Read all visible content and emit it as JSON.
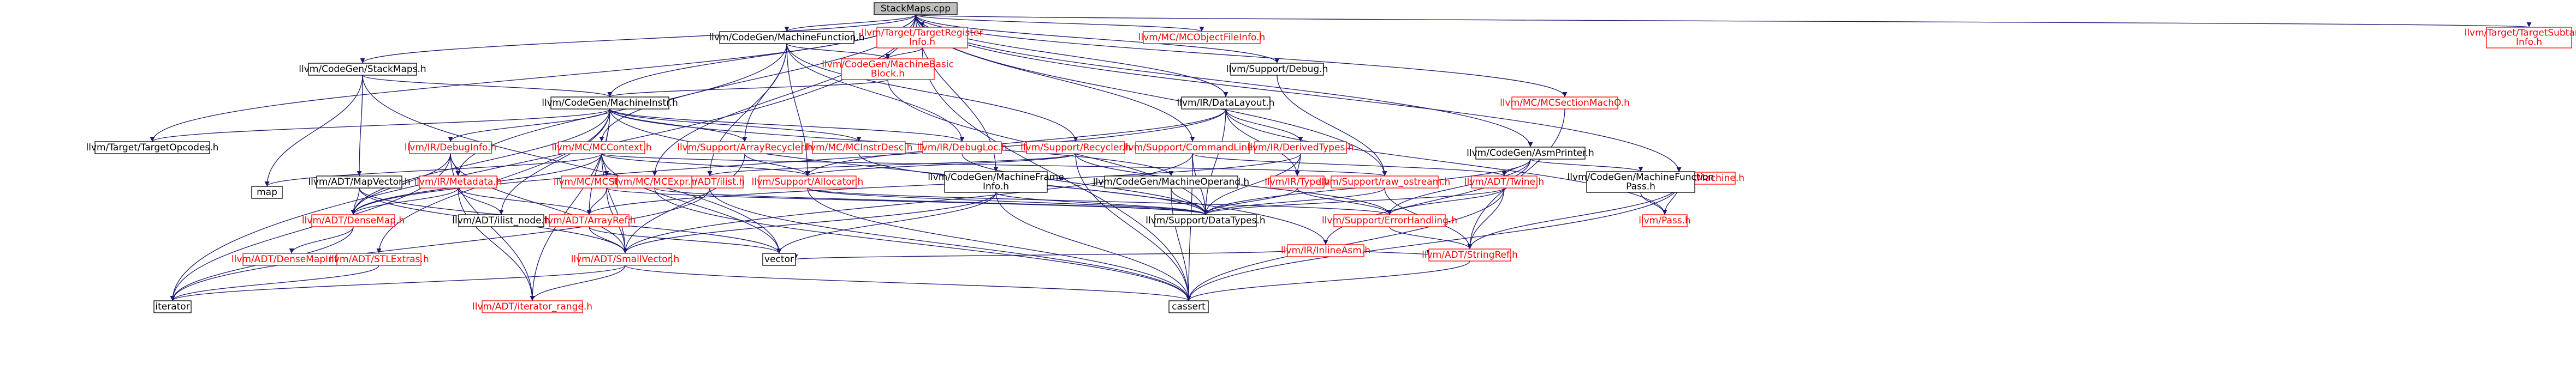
{
  "colors": {
    "edge": "#191970",
    "normal_border": "#000000",
    "normal_text": "#000000",
    "missing_border": "#ff0000",
    "missing_text": "#ff0000",
    "root_fill": "#bfbfbf",
    "fill": "#ffffff"
  },
  "nodes": [
    {
      "id": "root",
      "text": [
        "StackMaps.cpp"
      ],
      "style": "root"
    },
    {
      "id": "mf",
      "text": [
        "llvm/CodeGen/MachineFunction.h"
      ],
      "style": "normal"
    },
    {
      "id": "treg",
      "text": [
        "llvm/Target/TargetRegister",
        "Info.h"
      ],
      "style": "missing"
    },
    {
      "id": "mcobj",
      "text": [
        "llvm/MC/MCObjectFileInfo.h"
      ],
      "style": "missing"
    },
    {
      "id": "tsub",
      "text": [
        "llvm/Target/TargetSubtarget",
        "Info.h"
      ],
      "style": "missing"
    },
    {
      "id": "sm",
      "text": [
        "llvm/CodeGen/StackMaps.h"
      ],
      "style": "normal"
    },
    {
      "id": "mbb",
      "text": [
        "llvm/CodeGen/MachineBasic",
        "Block.h"
      ],
      "style": "missing"
    },
    {
      "id": "sdebug",
      "text": [
        "llvm/Support/Debug.h"
      ],
      "style": "normal"
    },
    {
      "id": "mi",
      "text": [
        "llvm/CodeGen/MachineInstr.h"
      ],
      "style": "normal"
    },
    {
      "id": "dl",
      "text": [
        "llvm/IR/DataLayout.h"
      ],
      "style": "normal"
    },
    {
      "id": "mcsec",
      "text": [
        "llvm/MC/MCSectionMachO.h"
      ],
      "style": "missing"
    },
    {
      "id": "topc",
      "text": [
        "llvm/Target/TargetOpcodes.h"
      ],
      "style": "normal"
    },
    {
      "id": "dbginfo",
      "text": [
        "llvm/IR/DebugInfo.h"
      ],
      "style": "missing"
    },
    {
      "id": "mcctx",
      "text": [
        "llvm/MC/MCContext.h"
      ],
      "style": "missing"
    },
    {
      "id": "arec",
      "text": [
        "llvm/Support/ArrayRecycler.h"
      ],
      "style": "missing"
    },
    {
      "id": "mcinst",
      "text": [
        "llvm/MC/MCInstrDesc.h"
      ],
      "style": "missing"
    },
    {
      "id": "irdbg",
      "text": [
        "llvm/IR/DebugLoc.h"
      ],
      "style": "missing"
    },
    {
      "id": "recycler",
      "text": [
        "llvm/Support/Recycler.h"
      ],
      "style": "missing"
    },
    {
      "id": "cmdline",
      "text": [
        "llvm/Support/CommandLine.h"
      ],
      "style": "missing"
    },
    {
      "id": "derived",
      "text": [
        "llvm/IR/DerivedTypes.h"
      ],
      "style": "missing"
    },
    {
      "id": "asmp",
      "text": [
        "llvm/CodeGen/AsmPrinter.h"
      ],
      "style": "normal"
    },
    {
      "id": "tm",
      "text": [
        "llvm/Target/TargetMachine.h"
      ],
      "style": "missing"
    },
    {
      "id": "mapvec",
      "text": [
        "llvm/ADT/MapVector.h"
      ],
      "style": "normal"
    },
    {
      "id": "meta",
      "text": [
        "llvm/IR/Metadata.h"
      ],
      "style": "missing"
    },
    {
      "id": "mcstr",
      "text": [
        "llvm/MC/MCStreamer.h"
      ],
      "style": "missing"
    },
    {
      "id": "ilist",
      "text": [
        "llvm/ADT/ilist.h"
      ],
      "style": "missing"
    },
    {
      "id": "mcexpr",
      "text": [
        "llvm/MC/MCExpr.h"
      ],
      "style": "missing"
    },
    {
      "id": "salloc",
      "text": [
        "llvm/Support/Allocator.h"
      ],
      "style": "missing"
    },
    {
      "id": "mframe",
      "text": [
        "llvm/CodeGen/MachineFrame",
        "Info.h"
      ],
      "style": "normal"
    },
    {
      "id": "mop",
      "text": [
        "llvm/CodeGen/MachineOperand.h"
      ],
      "style": "normal"
    },
    {
      "id": "irtype",
      "text": [
        "llvm/IR/Type.h"
      ],
      "style": "missing"
    },
    {
      "id": "rawos",
      "text": [
        "llvm/Support/raw_ostream.h"
      ],
      "style": "missing"
    },
    {
      "id": "twine",
      "text": [
        "llvm/ADT/Twine.h"
      ],
      "style": "missing"
    },
    {
      "id": "mfpass",
      "text": [
        "llvm/CodeGen/MachineFunction",
        "Pass.h"
      ],
      "style": "normal"
    },
    {
      "id": "map",
      "text": [
        "map"
      ],
      "style": "plain"
    },
    {
      "id": "densemap",
      "text": [
        "llvm/ADT/DenseMap.h"
      ],
      "style": "missing"
    },
    {
      "id": "ilistnode",
      "text": [
        "llvm/ADT/ilist_node.h"
      ],
      "style": "normal"
    },
    {
      "id": "arrayref",
      "text": [
        "llvm/ADT/ArrayRef.h"
      ],
      "style": "missing"
    },
    {
      "id": "datatypes",
      "text": [
        "llvm/Support/DataTypes.h"
      ],
      "style": "normal"
    },
    {
      "id": "inlineasm",
      "text": [
        "llvm/IR/InlineAsm.h"
      ],
      "style": "missing"
    },
    {
      "id": "errh",
      "text": [
        "llvm/Support/ErrorHandling.h"
      ],
      "style": "missing"
    },
    {
      "id": "pass",
      "text": [
        "llvm/Pass.h"
      ],
      "style": "missing"
    },
    {
      "id": "dmi",
      "text": [
        "llvm/ADT/DenseMapInfo.h"
      ],
      "style": "missing"
    },
    {
      "id": "stlext",
      "text": [
        "llvm/ADT/STLExtras.h"
      ],
      "style": "missing"
    },
    {
      "id": "smallvec",
      "text": [
        "llvm/ADT/SmallVector.h"
      ],
      "style": "missing"
    },
    {
      "id": "vector",
      "text": [
        "vector"
      ],
      "style": "plain"
    },
    {
      "id": "strref",
      "text": [
        "llvm/ADT/StringRef.h"
      ],
      "style": "missing"
    },
    {
      "id": "iterator",
      "text": [
        "iterator"
      ],
      "style": "plain"
    },
    {
      "id": "itrange",
      "text": [
        "llvm/ADT/iterator_range.h"
      ],
      "style": "missing"
    },
    {
      "id": "cassert",
      "text": [
        "cassert"
      ],
      "style": "plain"
    }
  ],
  "edges": [
    [
      "root",
      "mf"
    ],
    [
      "root",
      "treg"
    ],
    [
      "root",
      "mcobj"
    ],
    [
      "root",
      "tsub"
    ],
    [
      "root",
      "sm"
    ],
    [
      "root",
      "sdebug"
    ],
    [
      "root",
      "mi"
    ],
    [
      "root",
      "dl"
    ],
    [
      "root",
      "mcsec"
    ],
    [
      "root",
      "topc"
    ],
    [
      "root",
      "mcctx"
    ],
    [
      "root",
      "mcexpr"
    ],
    [
      "root",
      "cmdline"
    ],
    [
      "root",
      "asmp"
    ],
    [
      "root",
      "tm"
    ],
    [
      "root",
      "mframe"
    ],
    [
      "root",
      "rawos"
    ],
    [
      "root",
      "iterator"
    ],
    [
      "mf",
      "mbb"
    ],
    [
      "mf",
      "arec"
    ],
    [
      "mf",
      "recycler"
    ],
    [
      "mf",
      "ilist"
    ],
    [
      "mf",
      "salloc"
    ],
    [
      "mf",
      "irdbg"
    ],
    [
      "mf",
      "meta"
    ],
    [
      "treg",
      "mbb"
    ],
    [
      "treg",
      "cassert"
    ],
    [
      "sm",
      "mi"
    ],
    [
      "sm",
      "mapvec"
    ],
    [
      "sm",
      "map"
    ],
    [
      "sm",
      "vector"
    ],
    [
      "mbb",
      "mi"
    ],
    [
      "mbb",
      "datatypes"
    ],
    [
      "sdebug",
      "rawos"
    ],
    [
      "mi",
      "topc"
    ],
    [
      "mi",
      "dbginfo"
    ],
    [
      "mi",
      "mcinst"
    ],
    [
      "mi",
      "irdbg"
    ],
    [
      "mi",
      "arec"
    ],
    [
      "mi",
      "mop"
    ],
    [
      "mi",
      "inlineasm"
    ],
    [
      "mi",
      "ilistnode"
    ],
    [
      "mi",
      "densemap"
    ],
    [
      "mi",
      "stlext"
    ],
    [
      "mi",
      "itrange"
    ],
    [
      "mi",
      "arrayref"
    ],
    [
      "dl",
      "derived"
    ],
    [
      "dl",
      "irtype"
    ],
    [
      "dl",
      "datatypes"
    ],
    [
      "dl",
      "densemap"
    ],
    [
      "dl",
      "pass"
    ],
    [
      "dl",
      "salloc"
    ],
    [
      "mcsec",
      "strref"
    ],
    [
      "dbginfo",
      "meta"
    ],
    [
      "dbginfo",
      "densemap"
    ],
    [
      "dbginfo",
      "smallvec"
    ],
    [
      "dbginfo",
      "iterator"
    ],
    [
      "dbginfo",
      "itrange"
    ],
    [
      "mcctx",
      "map"
    ],
    [
      "mcctx",
      "mcstr"
    ],
    [
      "mcctx",
      "salloc"
    ],
    [
      "mcctx",
      "densemap"
    ],
    [
      "mcctx",
      "smallvec"
    ],
    [
      "mcctx",
      "vector"
    ],
    [
      "mcctx",
      "rawos"
    ],
    [
      "arec",
      "salloc"
    ],
    [
      "arec",
      "smallvec"
    ],
    [
      "mcinst",
      "datatypes"
    ],
    [
      "irdbg",
      "datatypes"
    ],
    [
      "recycler",
      "ilist"
    ],
    [
      "recycler",
      "salloc"
    ],
    [
      "recycler",
      "errh"
    ],
    [
      "recycler",
      "cassert"
    ],
    [
      "cmdline",
      "datatypes"
    ],
    [
      "cmdline",
      "twine"
    ],
    [
      "cmdline",
      "smallvec"
    ],
    [
      "cmdline",
      "cassert"
    ],
    [
      "derived",
      "irtype"
    ],
    [
      "derived",
      "datatypes"
    ],
    [
      "derived",
      "arrayref"
    ],
    [
      "asmp",
      "twine"
    ],
    [
      "asmp",
      "mfpass"
    ],
    [
      "asmp",
      "inlineasm"
    ],
    [
      "asmp",
      "datatypes"
    ],
    [
      "asmp",
      "errh"
    ],
    [
      "tm",
      "pass"
    ],
    [
      "tm",
      "strref"
    ],
    [
      "tm",
      "cassert"
    ],
    [
      "mapvec",
      "densemap"
    ],
    [
      "mapvec",
      "smallvec"
    ],
    [
      "mapvec",
      "vector"
    ],
    [
      "meta",
      "ilistnode"
    ],
    [
      "meta",
      "arrayref"
    ],
    [
      "meta",
      "densemap"
    ],
    [
      "meta",
      "itrange"
    ],
    [
      "mcstr",
      "arrayref"
    ],
    [
      "mcstr",
      "smallvec"
    ],
    [
      "mcstr",
      "datatypes"
    ],
    [
      "ilist",
      "iterator"
    ],
    [
      "ilist",
      "cassert"
    ],
    [
      "mcexpr",
      "datatypes"
    ],
    [
      "mcexpr",
      "cassert"
    ],
    [
      "salloc",
      "datatypes"
    ],
    [
      "salloc",
      "errh"
    ],
    [
      "salloc",
      "cassert"
    ],
    [
      "mframe",
      "smallvec"
    ],
    [
      "mframe",
      "datatypes"
    ],
    [
      "mframe",
      "vector"
    ],
    [
      "mframe",
      "cassert"
    ],
    [
      "mop",
      "datatypes"
    ],
    [
      "mop",
      "cassert"
    ],
    [
      "irtype",
      "datatypes"
    ],
    [
      "irtype",
      "errh"
    ],
    [
      "rawos",
      "datatypes"
    ],
    [
      "rawos",
      "strref"
    ],
    [
      "twine",
      "strref"
    ],
    [
      "twine",
      "datatypes"
    ],
    [
      "twine",
      "errh"
    ],
    [
      "twine",
      "cassert"
    ],
    [
      "mfpass",
      "pass"
    ],
    [
      "densemap",
      "dmi"
    ],
    [
      "densemap",
      "iterator"
    ],
    [
      "arrayref",
      "smallvec"
    ],
    [
      "arrayref",
      "vector"
    ],
    [
      "inlineasm",
      "strref"
    ],
    [
      "inlineasm",
      "vector"
    ],
    [
      "errh",
      "strref"
    ],
    [
      "stlext",
      "iterator"
    ],
    [
      "smallvec",
      "cassert"
    ],
    [
      "smallvec",
      "itrange"
    ],
    [
      "smallvec",
      "iterator"
    ],
    [
      "strref",
      "cassert"
    ]
  ]
}
